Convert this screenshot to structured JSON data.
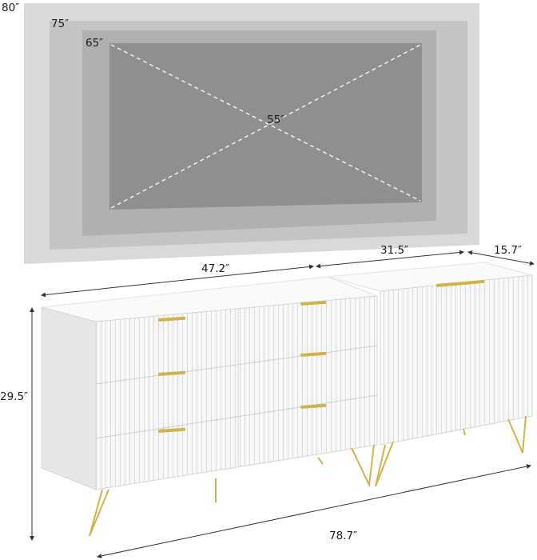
{
  "tv_sizes": {
    "size_80": "80″",
    "size_75": "75″",
    "size_65": "65″",
    "size_55": "55″"
  },
  "dimensions": {
    "left_width": "47.2″",
    "right_width": "31.5″",
    "depth": "15.7″",
    "height": "29.5″",
    "total_width": "78.7″"
  },
  "colors": {
    "tv_80": "#d9d9d9",
    "tv_75": "#c4c4c4",
    "tv_65": "#b0b0b0",
    "tv_55": "#8f8f8f",
    "cabinet": "#f4f4f4",
    "handle": "#d4b24a"
  }
}
